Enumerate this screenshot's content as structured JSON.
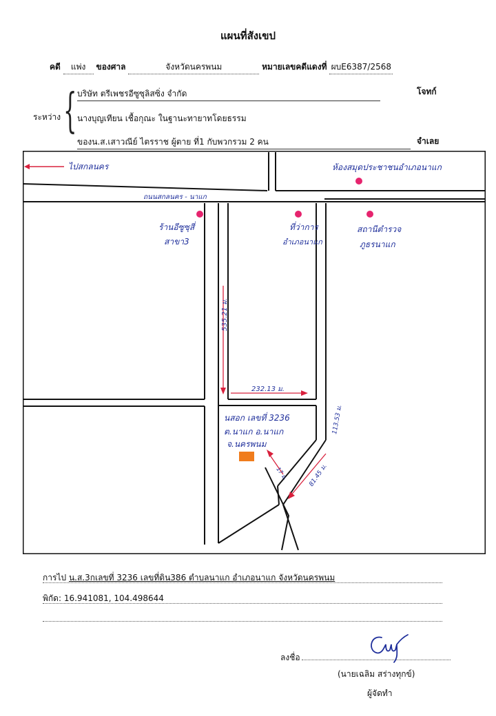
{
  "document": {
    "title": "แผนที่สังเขป",
    "case_label": "คดี",
    "case_type": "แพ่ง",
    "court_label": "ของศาล",
    "court": "จังหวัดนครพนม",
    "red_no_label": "หมายเลขคดีแดงที่",
    "red_no": "ผบE6387/2568",
    "between_label": "ระหว่าง",
    "plaintiff": "บริษัท ตรีเพชรอีซูซุลิสซิ่ง จำกัด",
    "plaintiff_role": "โจทก์",
    "defendant_line1": "นางบุญเทียน เชื้อกุณะ ในฐานะทายาทโดยธรรม",
    "defendant_line2": "ของน.ส.เสาวณีย์ ไตรราช ผู้ตาย ที่1 กับพวกรวม 2 คน",
    "defendant_role": "จำเลย"
  },
  "map": {
    "arrow_label": "ไปสกลนคร",
    "road_label": "ถนนสกลนคร - นาแก",
    "landmarks": [
      {
        "label_lines": [
          "ห้องสมุดประชาชนอำเภอนาแก"
        ]
      },
      {
        "label_lines": [
          "ร้านอีซูซุสี่",
          "สาขา3"
        ]
      },
      {
        "label_lines": [
          "ที่ว่าการ",
          "อำเภอนาแก"
        ]
      },
      {
        "label_lines": [
          "สถานีตำรวจ",
          "ภูธรนาแก"
        ]
      }
    ],
    "distances": [
      "535.21 ม.",
      "232.13 ม.",
      "113.53 ม.",
      "81.45 ม.",
      "17 ม."
    ],
    "parcel_label_lines": [
      "นสอก เลขที่ 3236",
      "ต.นาแก อ.นาแก",
      "จ.นครพนม"
    ],
    "colors": {
      "road": "#111111",
      "ink": "#1f2f9b",
      "marker": "#e6246e",
      "arrow": "#d8203c",
      "parcel": "#f07c1c"
    }
  },
  "footer": {
    "route_label": "การไป",
    "route_text": "น.ส.3กเลขที่ 3236 เลขที่ดิน386 ตำบลนาแก อำเภอนาแก จังหวัดนครพนม",
    "coords_label": "พิกัด:",
    "coords": "16.941081, 104.498644",
    "sign_label": "ลงชื่อ",
    "signer_name": "(นายเฉลิม สร่างทุกข์)",
    "signer_role": "ผู้จัดทำ"
  }
}
